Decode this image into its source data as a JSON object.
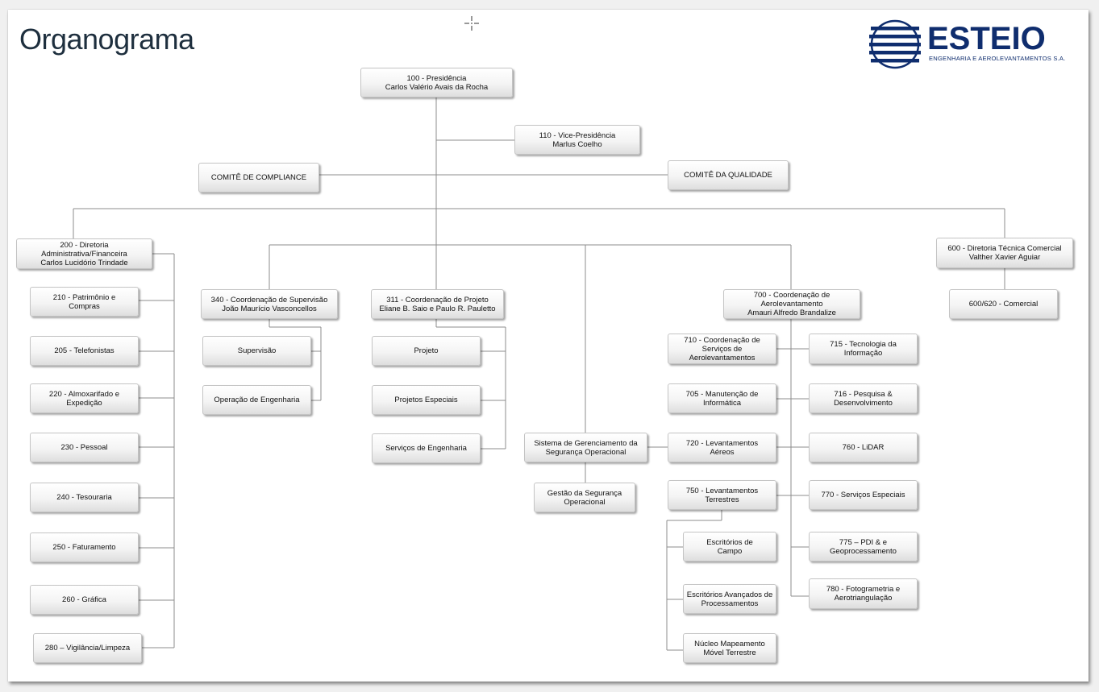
{
  "title": "Organograma",
  "logo": {
    "name": "ESTEIO",
    "subtitle": "ENGENHARIA E AEROLEVANTAMENTOS S.A."
  },
  "nodes": {
    "presidencia": "100 - Presidência\nCarlos Valério Avais da Rocha",
    "vice_presidencia": "110 - Vice-Presidência\nMarlus Coelho",
    "comite_compliance": "COMITÊ DE COMPLIANCE",
    "comite_qualidade": "COMITÊ DA QUALIDADE",
    "dir_admin": "200 - Diretoria\nAdministrativa/Financeira\nCarlos Lucidório Trindade",
    "patrimonio": "210 - Patrimônio e\nCompras",
    "telefonistas": "205 - Telefonistas",
    "almoxarifado": "220 - Almoxarifado e\nExpedição",
    "pessoal": "230 - Pessoal",
    "tesouraria": "240 - Tesouraria",
    "faturamento": "250 - Faturamento",
    "grafica": "260 - Gráfica",
    "vigilancia": "280 – Vigilância/Limpeza",
    "coord_supervisao": "340 - Coordenação de Supervisão\nJoão Maurício Vasconcellos",
    "supervisao": "Supervisão",
    "operacao_engenharia": "Operação de Engenharia",
    "coord_projeto": "311 - Coordenação de Projeto\nEliane B. Saio e Paulo R. Pauletto",
    "projeto": "Projeto",
    "projetos_especiais": "Projetos Especiais",
    "servicos_engenharia": "Serviços de Engenharia",
    "sgso": "Sistema de Gerenciamento da\nSegurança Operacional",
    "gestao_seguranca": "Gestão da Segurança\nOperacional",
    "coord_aerolevantamento": "700 - Coordenação de\nAerolevantamento\nAmauri Alfredo Brandalize",
    "coord_servicos_aero": "710 - Coordenação de\nServiços de\nAerolevantamentos",
    "manutencao_informatica": "705 - Manutenção de\nInformática",
    "levantamentos_aereos": "720 - Levantamentos\nAéreos",
    "levantamentos_terrestres": "750 - Levantamentos\nTerrestres",
    "escritorios_campo": "Escritórios de\nCampo",
    "escritorios_avancados": "Escritórios Avançados de\nProcessamentos",
    "nucleo_mapeamento": "Núcleo Mapeamento\nMóvel Terrestre",
    "tecnologia_informacao": "715 - Tecnologia da\nInformação",
    "pesquisa_desenvolvimento": "716 - Pesquisa &\nDesenvolvimento",
    "lidar": "760 - LiDAR",
    "servicos_especiais": "770 - Serviços Especiais",
    "pdi_geoprocessamento": "775 – PDI & e\nGeoprocessamento",
    "fotogrametria": "780 - Fotogrametria e\nAerotriangulação",
    "dir_tecnica_comercial": "600 - Diretoria Técnica Comercial\nValther Xavier Aguiar",
    "comercial": "600/620 - Comercial"
  }
}
